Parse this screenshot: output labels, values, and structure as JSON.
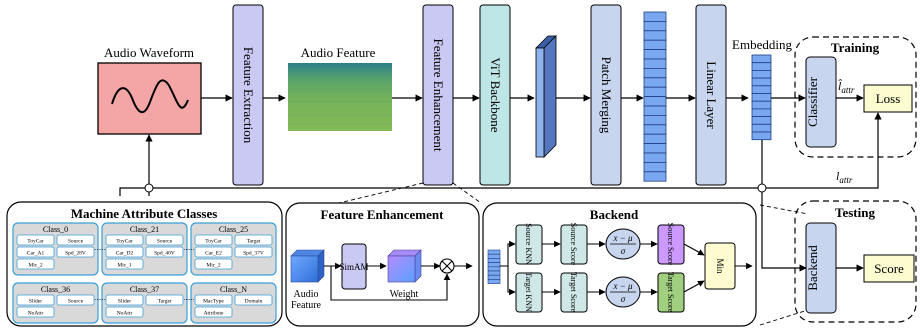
{
  "top": {
    "audio_waveform": "Audio Waveform",
    "feature_extraction": "Feature Extraction",
    "audio_feature": "Audio Feature",
    "feature_enhancement": "Feature Enhancement",
    "vit_backbone": "ViT Backbone",
    "patch_merging": "Patch Merging",
    "linear_layer": "Linear Layer",
    "embedding": "Embedding"
  },
  "training": {
    "title": "Training",
    "classifier": "Classifier",
    "loss": "Loss",
    "l_hat": "l̂",
    "l_hat_sub": "attr",
    "l": "l",
    "l_sub": "attr"
  },
  "testing": {
    "title": "Testing",
    "backend": "Backend",
    "score": "Score"
  },
  "mac": {
    "title": "Machine Attribute Classes",
    "groups": [
      {
        "name": "Class_0",
        "items": [
          "ToyCar",
          "Source",
          "Car_A1",
          "Spd_28V",
          "Mic_2"
        ]
      },
      {
        "name": "Class_21",
        "items": [
          "ToyCar",
          "Source",
          "Car_D2",
          "Spd_40V",
          "Mic_1"
        ]
      },
      {
        "name": "Class_25",
        "items": [
          "ToyCar",
          "Target",
          "Car_E2",
          "Spd_37V",
          "Mic_2"
        ]
      },
      {
        "name": "Class_36",
        "items": [
          "Slider",
          "Source",
          "NoAttr"
        ]
      },
      {
        "name": "Class_37",
        "items": [
          "Slider",
          "Target",
          "NoAttr"
        ]
      },
      {
        "name": "Class_N",
        "items": [
          "MacType",
          "Domain",
          "Attribute"
        ]
      }
    ],
    "ellipsis": "......"
  },
  "fe": {
    "title": "Feature Enhancement",
    "audio": "Audio",
    "feature": "Feature",
    "simam": "SimAM",
    "weight": "Weight"
  },
  "backend": {
    "title": "Backend",
    "source_knn": "Source KNN",
    "source_score": "Source Score",
    "target_knn": "Target KNN",
    "target_score": "Target Score",
    "min": "Min",
    "formula_num": "x − μ",
    "formula_den": "σ"
  },
  "colors": {
    "purple_block": "#c9c9f3",
    "teal_block": "#bfe6e6",
    "blue_block": "#c7d5ee",
    "waveform_bg": "#f4a6a6",
    "loss_bg": "#fcfcd0",
    "knn_bg": "#cfe7e7",
    "source_score_bg": "#cc99ff",
    "target_score_bg": "#9fcf7f",
    "attr_border": "#3b9fd9"
  }
}
